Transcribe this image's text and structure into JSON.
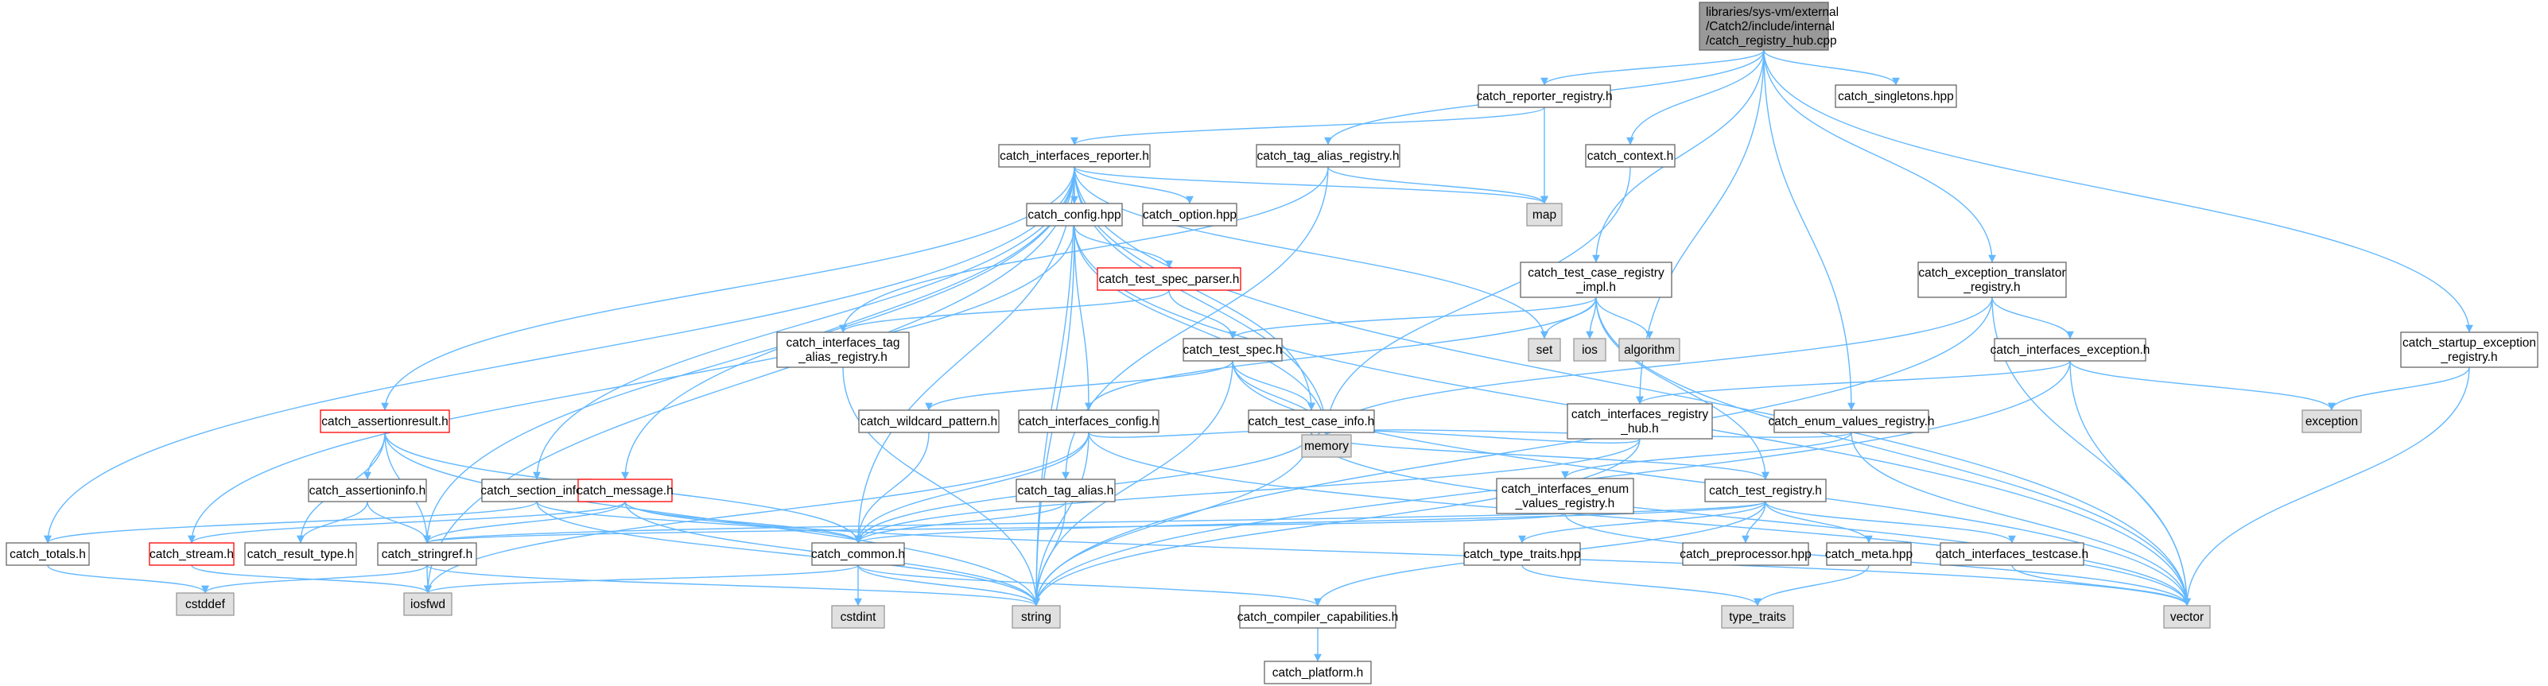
{
  "colors": {
    "edge": "#63b8ff",
    "node_fill": "#ffffff",
    "node_border": "#666666",
    "root_fill": "#999999",
    "external_fill": "#e0e0e0",
    "external_border": "#999999",
    "truncated_border": "#ff0000"
  },
  "nodes": [
    {
      "id": "root",
      "lines": [
        "libraries/sys-vm/external",
        "/Catch2/include/internal",
        "/catch_registry_hub.cpp"
      ],
      "kind": "root"
    },
    {
      "id": "reporter_registry",
      "lines": [
        "catch_reporter_registry.h"
      ],
      "kind": "normal"
    },
    {
      "id": "singletons",
      "lines": [
        "catch_singletons.hpp"
      ],
      "kind": "normal"
    },
    {
      "id": "interfaces_reporter",
      "lines": [
        "catch_interfaces_reporter.h"
      ],
      "kind": "normal"
    },
    {
      "id": "tag_alias_registry",
      "lines": [
        "catch_tag_alias_registry.h"
      ],
      "kind": "normal"
    },
    {
      "id": "context",
      "lines": [
        "catch_context.h"
      ],
      "kind": "normal"
    },
    {
      "id": "map",
      "lines": [
        "map"
      ],
      "kind": "external"
    },
    {
      "id": "config",
      "lines": [
        "catch_config.hpp"
      ],
      "kind": "normal"
    },
    {
      "id": "option",
      "lines": [
        "catch_option.hpp"
      ],
      "kind": "normal"
    },
    {
      "id": "test_case_registry_impl",
      "lines": [
        "catch_test_case_registry",
        "_impl.h"
      ],
      "kind": "normal"
    },
    {
      "id": "exception_translator_registry",
      "lines": [
        "catch_exception_translator",
        "_registry.h"
      ],
      "kind": "normal"
    },
    {
      "id": "test_spec_parser",
      "lines": [
        "catch_test_spec_parser.h"
      ],
      "kind": "truncated"
    },
    {
      "id": "set",
      "lines": [
        "set"
      ],
      "kind": "external"
    },
    {
      "id": "ios",
      "lines": [
        "ios"
      ],
      "kind": "external"
    },
    {
      "id": "algorithm",
      "lines": [
        "algorithm"
      ],
      "kind": "external"
    },
    {
      "id": "interfaces_tag_alias_registry",
      "lines": [
        "catch_interfaces_tag",
        "_alias_registry.h"
      ],
      "kind": "normal"
    },
    {
      "id": "test_spec",
      "lines": [
        "catch_test_spec.h"
      ],
      "kind": "normal"
    },
    {
      "id": "interfaces_exception",
      "lines": [
        "catch_interfaces_exception.h"
      ],
      "kind": "normal"
    },
    {
      "id": "startup_exception_registry",
      "lines": [
        "catch_startup_exception",
        "_registry.h"
      ],
      "kind": "normal"
    },
    {
      "id": "assertionresult",
      "lines": [
        "catch_assertionresult.h"
      ],
      "kind": "truncated"
    },
    {
      "id": "wildcard_pattern",
      "lines": [
        "catch_wildcard_pattern.h"
      ],
      "kind": "normal"
    },
    {
      "id": "interfaces_config",
      "lines": [
        "catch_interfaces_config.h"
      ],
      "kind": "normal"
    },
    {
      "id": "test_case_info",
      "lines": [
        "catch_test_case_info.h"
      ],
      "kind": "normal"
    },
    {
      "id": "interfaces_registry_hub",
      "lines": [
        "catch_interfaces_registry",
        "_hub.h"
      ],
      "kind": "normal"
    },
    {
      "id": "enum_values_registry",
      "lines": [
        "catch_enum_values_registry.h"
      ],
      "kind": "normal"
    },
    {
      "id": "exception",
      "lines": [
        "exception"
      ],
      "kind": "external"
    },
    {
      "id": "memory",
      "lines": [
        "memory"
      ],
      "kind": "external"
    },
    {
      "id": "assertioninfo",
      "lines": [
        "catch_assertioninfo.h"
      ],
      "kind": "normal"
    },
    {
      "id": "section_info",
      "lines": [
        "catch_section_info.h"
      ],
      "kind": "normal"
    },
    {
      "id": "message",
      "lines": [
        "catch_message.h"
      ],
      "kind": "truncated"
    },
    {
      "id": "tag_alias",
      "lines": [
        "catch_tag_alias.h"
      ],
      "kind": "normal"
    },
    {
      "id": "interfaces_enum_values_registry",
      "lines": [
        "catch_interfaces_enum",
        "_values_registry.h"
      ],
      "kind": "normal"
    },
    {
      "id": "test_registry",
      "lines": [
        "catch_test_registry.h"
      ],
      "kind": "normal"
    },
    {
      "id": "totals",
      "lines": [
        "catch_totals.h"
      ],
      "kind": "normal"
    },
    {
      "id": "stream",
      "lines": [
        "catch_stream.h"
      ],
      "kind": "truncated"
    },
    {
      "id": "result_type",
      "lines": [
        "catch_result_type.h"
      ],
      "kind": "normal"
    },
    {
      "id": "stringref",
      "lines": [
        "catch_stringref.h"
      ],
      "kind": "normal"
    },
    {
      "id": "common",
      "lines": [
        "catch_common.h"
      ],
      "kind": "normal"
    },
    {
      "id": "type_traits_hpp",
      "lines": [
        "catch_type_traits.hpp"
      ],
      "kind": "normal"
    },
    {
      "id": "preprocessor",
      "lines": [
        "catch_preprocessor.hpp"
      ],
      "kind": "normal"
    },
    {
      "id": "meta",
      "lines": [
        "catch_meta.hpp"
      ],
      "kind": "normal"
    },
    {
      "id": "interfaces_testcase",
      "lines": [
        "catch_interfaces_testcase.h"
      ],
      "kind": "normal"
    },
    {
      "id": "cstddef",
      "lines": [
        "cstddef"
      ],
      "kind": "external"
    },
    {
      "id": "iosfwd",
      "lines": [
        "iosfwd"
      ],
      "kind": "external"
    },
    {
      "id": "cstdint",
      "lines": [
        "cstdint"
      ],
      "kind": "external"
    },
    {
      "id": "string",
      "lines": [
        "string"
      ],
      "kind": "external"
    },
    {
      "id": "compiler_capabilities",
      "lines": [
        "catch_compiler_capabilities.h"
      ],
      "kind": "normal"
    },
    {
      "id": "type_traits",
      "lines": [
        "type_traits"
      ],
      "kind": "external"
    },
    {
      "id": "vector",
      "lines": [
        "vector"
      ],
      "kind": "external"
    },
    {
      "id": "platform",
      "lines": [
        "catch_platform.h"
      ],
      "kind": "normal"
    }
  ],
  "edges": [
    [
      "root",
      "reporter_registry"
    ],
    [
      "root",
      "singletons"
    ],
    [
      "root",
      "tag_alias_registry"
    ],
    [
      "root",
      "context"
    ],
    [
      "root",
      "test_case_registry_impl"
    ],
    [
      "root",
      "exception_translator_registry"
    ],
    [
      "root",
      "interfaces_registry_hub"
    ],
    [
      "root",
      "enum_values_registry"
    ],
    [
      "root",
      "startup_exception_registry"
    ],
    [
      "reporter_registry",
      "interfaces_reporter"
    ],
    [
      "reporter_registry",
      "map"
    ],
    [
      "interfaces_reporter",
      "config"
    ],
    [
      "interfaces_reporter",
      "option"
    ],
    [
      "interfaces_reporter",
      "map"
    ],
    [
      "interfaces_reporter",
      "set"
    ],
    [
      "interfaces_reporter",
      "memory"
    ],
    [
      "interfaces_reporter",
      "totals"
    ],
    [
      "interfaces_reporter",
      "iosfwd"
    ],
    [
      "interfaces_reporter",
      "stringref"
    ],
    [
      "interfaces_reporter",
      "assertionresult"
    ],
    [
      "interfaces_reporter",
      "message"
    ],
    [
      "interfaces_reporter",
      "section_info"
    ],
    [
      "interfaces_reporter",
      "common"
    ],
    [
      "interfaces_reporter",
      "test_case_info"
    ],
    [
      "interfaces_reporter",
      "string"
    ],
    [
      "interfaces_reporter",
      "vector"
    ],
    [
      "tag_alias_registry",
      "map"
    ],
    [
      "tag_alias_registry",
      "interfaces_tag_alias_registry"
    ],
    [
      "tag_alias_registry",
      "tag_alias"
    ],
    [
      "context",
      "memory"
    ],
    [
      "config",
      "test_spec_parser"
    ],
    [
      "config",
      "interfaces_config"
    ],
    [
      "config",
      "stream"
    ],
    [
      "config",
      "memory"
    ],
    [
      "config",
      "string"
    ],
    [
      "config",
      "vector"
    ],
    [
      "test_spec_parser",
      "test_spec"
    ],
    [
      "test_spec_parser",
      "interfaces_tag_alias_registry"
    ],
    [
      "test_case_registry_impl",
      "set"
    ],
    [
      "test_case_registry_impl",
      "ios"
    ],
    [
      "test_case_registry_impl",
      "algorithm"
    ],
    [
      "test_case_registry_impl",
      "test_spec"
    ],
    [
      "test_case_registry_impl",
      "interfaces_config"
    ],
    [
      "test_case_registry_impl",
      "test_registry"
    ],
    [
      "test_case_registry_impl",
      "vector"
    ],
    [
      "exception_translator_registry",
      "interfaces_exception"
    ],
    [
      "exception_translator_registry",
      "memory"
    ],
    [
      "exception_translator_registry",
      "vector"
    ],
    [
      "exception_translator_registry",
      "string"
    ],
    [
      "interfaces_tag_alias_registry",
      "string"
    ],
    [
      "test_spec",
      "wildcard_pattern"
    ],
    [
      "test_spec",
      "test_case_info"
    ],
    [
      "test_spec",
      "memory"
    ],
    [
      "test_spec",
      "string"
    ],
    [
      "test_spec",
      "vector"
    ],
    [
      "interfaces_exception",
      "interfaces_registry_hub"
    ],
    [
      "interfaces_exception",
      "exception"
    ],
    [
      "interfaces_exception",
      "vector"
    ],
    [
      "interfaces_exception",
      "string"
    ],
    [
      "startup_exception_registry",
      "exception"
    ],
    [
      "startup_exception_registry",
      "vector"
    ],
    [
      "assertionresult",
      "assertioninfo"
    ],
    [
      "assertionresult",
      "result_type"
    ],
    [
      "assertionresult",
      "stringref"
    ],
    [
      "assertionresult",
      "common"
    ],
    [
      "assertionresult",
      "string"
    ],
    [
      "wildcard_pattern",
      "common"
    ],
    [
      "interfaces_config",
      "common"
    ],
    [
      "interfaces_config",
      "iosfwd"
    ],
    [
      "interfaces_config",
      "string"
    ],
    [
      "interfaces_config",
      "vector"
    ],
    [
      "interfaces_config",
      "memory"
    ],
    [
      "test_case_info",
      "common"
    ],
    [
      "test_case_info",
      "test_registry"
    ],
    [
      "test_case_info",
      "string"
    ],
    [
      "test_case_info",
      "vector"
    ],
    [
      "test_case_info",
      "memory"
    ],
    [
      "interfaces_registry_hub",
      "common"
    ],
    [
      "interfaces_registry_hub",
      "string"
    ],
    [
      "interfaces_registry_hub",
      "memory"
    ],
    [
      "enum_values_registry",
      "interfaces_enum_values_registry"
    ],
    [
      "enum_values_registry",
      "vector"
    ],
    [
      "enum_values_registry",
      "memory"
    ],
    [
      "assertioninfo",
      "result_type"
    ],
    [
      "assertioninfo",
      "stringref"
    ],
    [
      "section_info",
      "common"
    ],
    [
      "section_info",
      "totals"
    ],
    [
      "section_info",
      "string"
    ],
    [
      "message",
      "stream"
    ],
    [
      "message",
      "stringref"
    ],
    [
      "message",
      "common"
    ],
    [
      "message",
      "string"
    ],
    [
      "message",
      "vector"
    ],
    [
      "tag_alias",
      "common"
    ],
    [
      "tag_alias",
      "string"
    ],
    [
      "interfaces_enum_values_registry",
      "stringref"
    ],
    [
      "interfaces_enum_values_registry",
      "vector"
    ],
    [
      "test_registry",
      "common"
    ],
    [
      "test_registry",
      "interfaces_testcase"
    ],
    [
      "test_registry",
      "stringref"
    ],
    [
      "test_registry",
      "type_traits_hpp"
    ],
    [
      "test_registry",
      "preprocessor"
    ],
    [
      "test_registry",
      "meta"
    ],
    [
      "test_registry",
      "compiler_capabilities"
    ],
    [
      "totals",
      "cstddef"
    ],
    [
      "stream",
      "iosfwd"
    ],
    [
      "stringref",
      "cstddef"
    ],
    [
      "stringref",
      "iosfwd"
    ],
    [
      "stringref",
      "string"
    ],
    [
      "common",
      "iosfwd"
    ],
    [
      "common",
      "string"
    ],
    [
      "common",
      "cstdint"
    ],
    [
      "common",
      "compiler_capabilities"
    ],
    [
      "type_traits_hpp",
      "type_traits"
    ],
    [
      "meta",
      "type_traits"
    ],
    [
      "interfaces_testcase",
      "vector"
    ],
    [
      "compiler_capabilities",
      "platform"
    ]
  ]
}
